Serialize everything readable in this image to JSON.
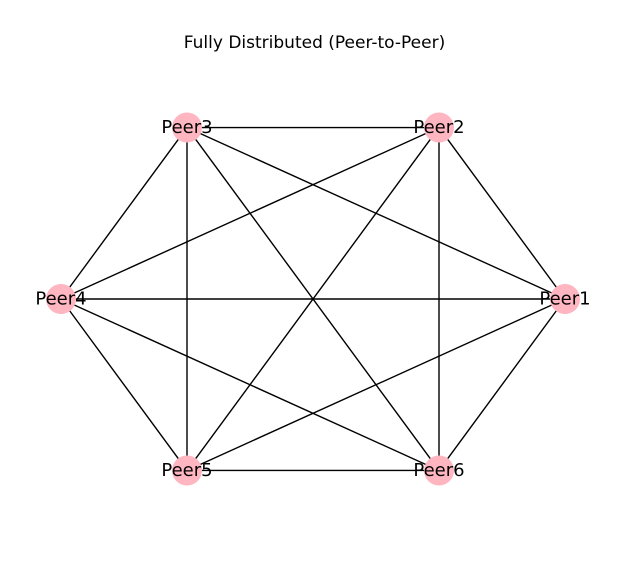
{
  "title": "Fully Distributed (Peer-to-Peer)",
  "graph": {
    "node_color": "#ffb6c1",
    "edge_color": "#000000",
    "nodes": [
      {
        "id": "Peer1",
        "label": "Peer1"
      },
      {
        "id": "Peer2",
        "label": "Peer2"
      },
      {
        "id": "Peer3",
        "label": "Peer3"
      },
      {
        "id": "Peer4",
        "label": "Peer4"
      },
      {
        "id": "Peer5",
        "label": "Peer5"
      },
      {
        "id": "Peer6",
        "label": "Peer6"
      }
    ],
    "edges": [
      [
        "Peer1",
        "Peer2"
      ],
      [
        "Peer1",
        "Peer3"
      ],
      [
        "Peer1",
        "Peer4"
      ],
      [
        "Peer1",
        "Peer5"
      ],
      [
        "Peer1",
        "Peer6"
      ],
      [
        "Peer2",
        "Peer3"
      ],
      [
        "Peer2",
        "Peer4"
      ],
      [
        "Peer2",
        "Peer5"
      ],
      [
        "Peer2",
        "Peer6"
      ],
      [
        "Peer3",
        "Peer4"
      ],
      [
        "Peer3",
        "Peer5"
      ],
      [
        "Peer3",
        "Peer6"
      ],
      [
        "Peer4",
        "Peer5"
      ],
      [
        "Peer4",
        "Peer6"
      ],
      [
        "Peer5",
        "Peer6"
      ]
    ]
  }
}
